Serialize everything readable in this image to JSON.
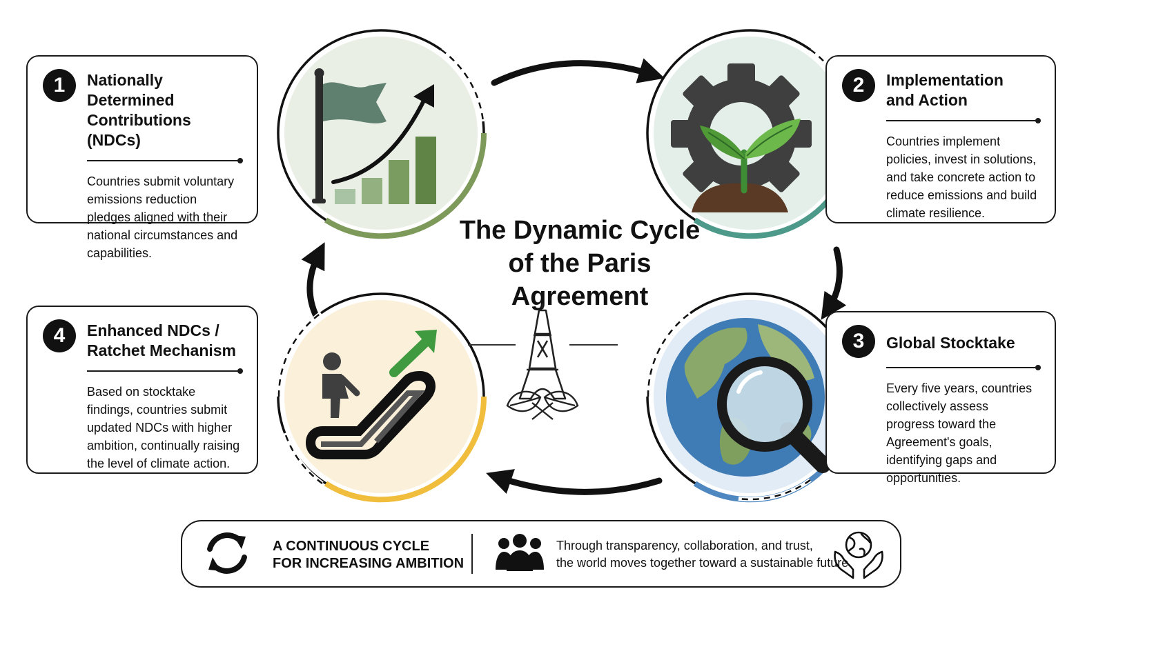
{
  "title": "The Dynamic Cycle of the Paris Agreement",
  "steps": [
    {
      "number": "1",
      "title": "Nationally Determined Contributions (NDCs)",
      "description": "Countries submit voluntary emissions reduction pledges aligned with their national circumstances and capabilities.",
      "icon": "flag-growth-chart-icon",
      "accent": "#7e9a5a"
    },
    {
      "number": "2",
      "title": "Implementation and Action",
      "description": "Countries implement policies, invest in solutions, and take concrete action to reduce emissions and build climate resilience.",
      "icon": "gear-sprout-icon",
      "accent": "#4e9a8a"
    },
    {
      "number": "3",
      "title": "Global Stocktake",
      "description": "Every five years, countries collectively assess progress toward the Agreement's goals, identifying gaps and opportunities.",
      "icon": "globe-magnifier-icon",
      "accent": "#4f88c0"
    },
    {
      "number": "4",
      "title": "Enhanced NDCs / Ratchet Mechanism",
      "description": "Based on stocktake findings, countries submit updated NDCs with higher ambition, continually raising the level of climate action.",
      "icon": "escalator-person-icon",
      "accent": "#f0bd3c"
    }
  ],
  "footer": {
    "cycle_line1": "A CONTINUOUS CYCLE",
    "cycle_line2": "FOR INCREASING AMBITION",
    "message_line1": "Through transparency, collaboration, and trust,",
    "message_line2": "the world moves together toward a sustainable future."
  }
}
